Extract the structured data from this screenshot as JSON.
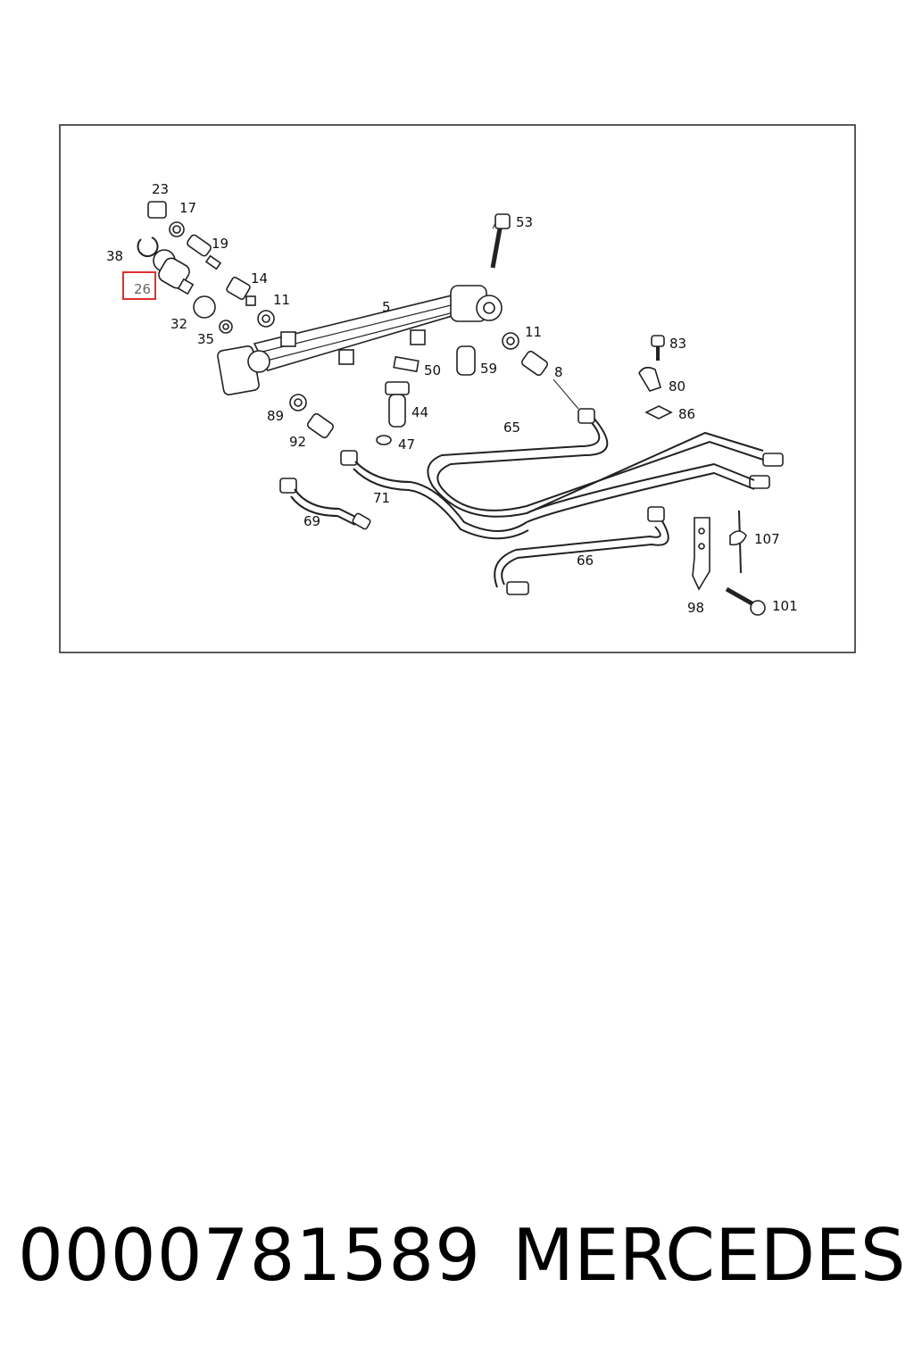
{
  "callouts": [
    {
      "id": "23",
      "text": "23"
    },
    {
      "id": "17",
      "text": "17"
    },
    {
      "id": "19",
      "text": "19"
    },
    {
      "id": "38",
      "text": "38"
    },
    {
      "id": "26",
      "text": "26",
      "highlighted": true
    },
    {
      "id": "14",
      "text": "14"
    },
    {
      "id": "11a",
      "text": "11"
    },
    {
      "id": "32",
      "text": "32"
    },
    {
      "id": "35",
      "text": "35"
    },
    {
      "id": "5",
      "text": "5"
    },
    {
      "id": "53",
      "text": "53"
    },
    {
      "id": "11b",
      "text": "11"
    },
    {
      "id": "8",
      "text": "8"
    },
    {
      "id": "50",
      "text": "50"
    },
    {
      "id": "59",
      "text": "59"
    },
    {
      "id": "83",
      "text": "83"
    },
    {
      "id": "80",
      "text": "80"
    },
    {
      "id": "86",
      "text": "86"
    },
    {
      "id": "89",
      "text": "89"
    },
    {
      "id": "44",
      "text": "44"
    },
    {
      "id": "92",
      "text": "92"
    },
    {
      "id": "47",
      "text": "47"
    },
    {
      "id": "65",
      "text": "65"
    },
    {
      "id": "71",
      "text": "71"
    },
    {
      "id": "69",
      "text": "69"
    },
    {
      "id": "66",
      "text": "66"
    },
    {
      "id": "107",
      "text": "107"
    },
    {
      "id": "98",
      "text": "98"
    },
    {
      "id": "101",
      "text": "101"
    }
  ],
  "highlight_color": "#e03030",
  "footer": {
    "part_number": "0000781589",
    "brand": "MERCEDES"
  }
}
